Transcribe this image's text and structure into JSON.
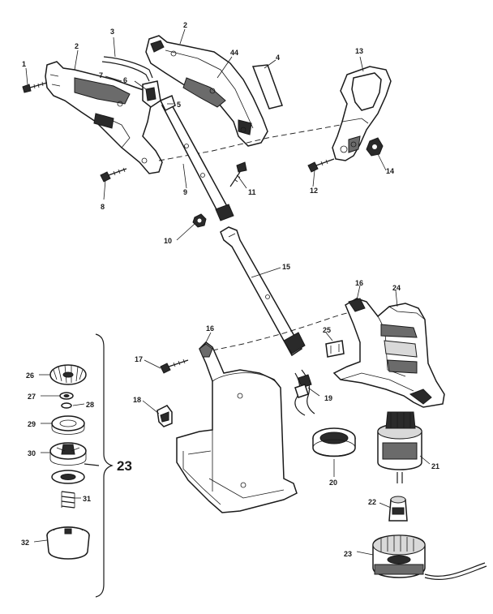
{
  "diagram": {
    "callouts": {
      "n1": "1",
      "n2a": "2",
      "n2b": "2",
      "n3": "3",
      "n4": "4",
      "n5": "5",
      "n6": "6",
      "n7": "7",
      "n8": "8",
      "n9": "9",
      "n10": "10",
      "n11": "11",
      "n12": "12",
      "n13": "13",
      "n14": "14",
      "n15": "15",
      "n16a": "16",
      "n16b": "16",
      "n17": "17",
      "n18": "18",
      "n19": "19",
      "n20": "20",
      "n21": "21",
      "n22": "22",
      "n23": "23",
      "n24": "24",
      "n25": "25",
      "n26": "26",
      "n27": "27",
      "n28": "28",
      "n29": "29",
      "n30": "30",
      "n31": "31",
      "n32": "32",
      "n44": "44"
    },
    "group_label": "23"
  }
}
